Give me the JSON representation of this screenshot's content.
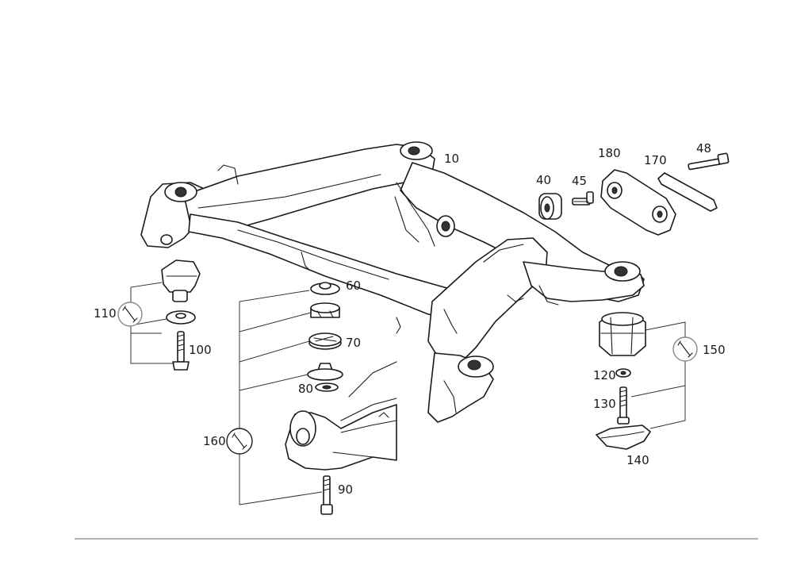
{
  "callouts": {
    "c10": "10",
    "c40": "40",
    "c45": "45",
    "c48": "48",
    "c60": "60",
    "c70": "70",
    "c80": "80",
    "c90": "90",
    "c100": "100",
    "c110": "110",
    "c120": "120",
    "c130": "130",
    "c140": "140",
    "c150": "150",
    "c160": "160",
    "c170": "170",
    "c180": "180"
  },
  "icons": {
    "tool": "wrench-icon"
  },
  "colors": {
    "line": "#1a1a1a",
    "background": "#ffffff"
  }
}
